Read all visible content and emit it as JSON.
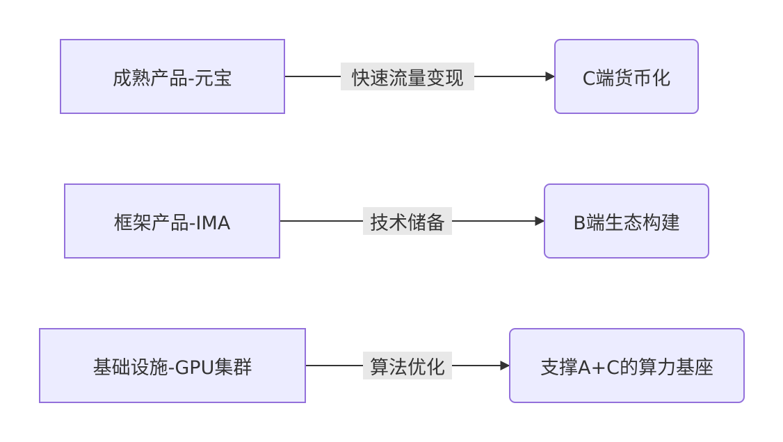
{
  "diagram": {
    "rows": [
      {
        "source": "成熟产品-元宝",
        "edge": "快速流量变现",
        "target": "C端货币化"
      },
      {
        "source": "框架产品-IMA",
        "edge": "技术储备",
        "target": "B端生态构建"
      },
      {
        "source": "基础设施-GPU集群",
        "edge": "算法优化",
        "target": "支撑A+C的算力基座"
      }
    ],
    "colors": {
      "node_fill": "#ECECFF",
      "node_border": "#9370DB",
      "edge_line": "#333333",
      "edge_label_bg": "#e8e8e8",
      "text": "#333333"
    }
  }
}
